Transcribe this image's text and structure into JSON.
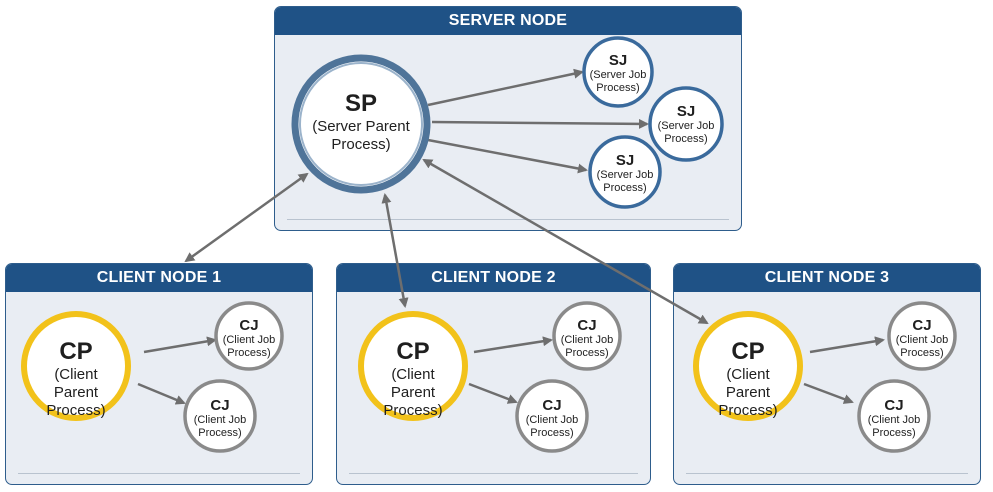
{
  "server": {
    "title": "SERVER NODE",
    "parent": {
      "abbr": "SP",
      "desc": "(Server Parent Process)"
    },
    "jobs": [
      {
        "abbr": "SJ",
        "desc": "(Server Job Process)"
      },
      {
        "abbr": "SJ",
        "desc": "(Server Job Process)"
      },
      {
        "abbr": "SJ",
        "desc": "(Server Job Process)"
      }
    ]
  },
  "clients": [
    {
      "title": "CLIENT NODE 1",
      "parent": {
        "abbr": "CP",
        "desc": "(Client Parent Process)"
      },
      "jobs": [
        {
          "abbr": "CJ",
          "desc": "(Client Job Process)"
        },
        {
          "abbr": "CJ",
          "desc": "(Client Job Process)"
        }
      ]
    },
    {
      "title": "CLIENT NODE 2",
      "parent": {
        "abbr": "CP",
        "desc": "(Client Parent Process)"
      },
      "jobs": [
        {
          "abbr": "CJ",
          "desc": "(Client Job Process)"
        },
        {
          "abbr": "CJ",
          "desc": "(Client Job Process)"
        }
      ]
    },
    {
      "title": "CLIENT NODE 3",
      "parent": {
        "abbr": "CP",
        "desc": "(Client Parent Process)"
      },
      "jobs": [
        {
          "abbr": "CJ",
          "desc": "(Client Job Process)"
        },
        {
          "abbr": "CJ",
          "desc": "(Client Job Process)"
        }
      ]
    }
  ],
  "colors": {
    "server_header": "#1f5286",
    "node_background": "#e9edf3",
    "server_ring": "#5b7fa3",
    "server_job_ring": "#3a6a9c",
    "client_ring": "#f2c21a",
    "client_job_ring": "#8a8a8a",
    "arrow": "#6e6e6e"
  }
}
